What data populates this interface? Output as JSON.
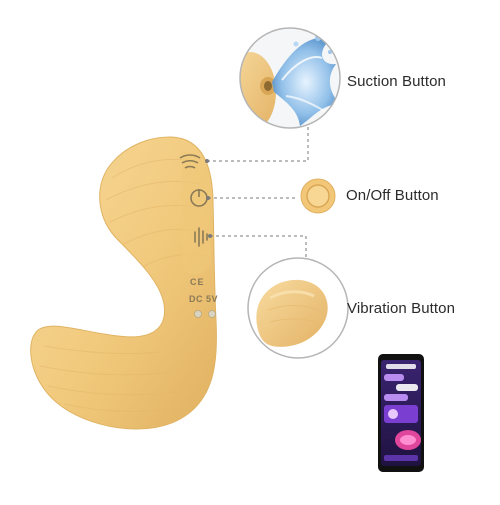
{
  "callouts": {
    "suction": {
      "label": "Suction Button",
      "icon": "suction-icon"
    },
    "onoff": {
      "label": "On/Off Button",
      "icon": "power-button-icon"
    },
    "vibration": {
      "label": "Vibration Button",
      "icon": "vibration-icon"
    }
  },
  "device": {
    "ce_mark": "CE",
    "power_mark": "DC 5V",
    "body_color": "#f3cf86",
    "shade_color": "#e2b567"
  },
  "phone": {
    "app_icon": "app-screen-icon"
  },
  "colors": {
    "leader_line": "#7a7a7a",
    "circle_border": "#b5b5b5",
    "water": "#6fa8dc",
    "phone_purple": "#7a3fd1"
  }
}
